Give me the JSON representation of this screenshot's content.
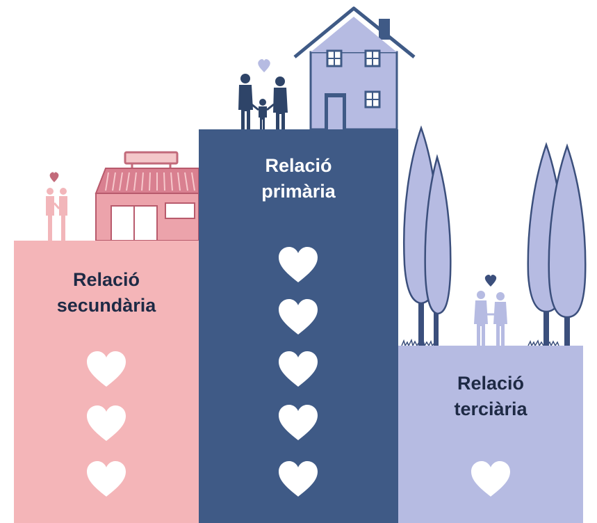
{
  "relations": [
    {
      "id": "secondary",
      "title_line1": "Relació",
      "title_line2": "secundària",
      "hearts": 3,
      "color": "#f4b5b8"
    },
    {
      "id": "primary",
      "title_line1": "Relació",
      "title_line2": "primària",
      "hearts": 5,
      "color": "#3f5a86"
    },
    {
      "id": "tertiary",
      "title_line1": "Relació",
      "title_line2": "terciària",
      "hearts": 1,
      "color": "#b6bbe2"
    }
  ],
  "icons": {
    "secondary": "shop-building-icon",
    "primary": "house-icon",
    "tertiary": "cypress-tree-icon",
    "heart": "heart-icon"
  },
  "colors": {
    "heart": "#ffffff",
    "dark_navy": "#3f5a86",
    "silhouette_navy": "#2e4468",
    "pink_dark": "#c26a7a",
    "lavender": "#b6bbe2",
    "lavender_dark": "#3b4f7c"
  }
}
